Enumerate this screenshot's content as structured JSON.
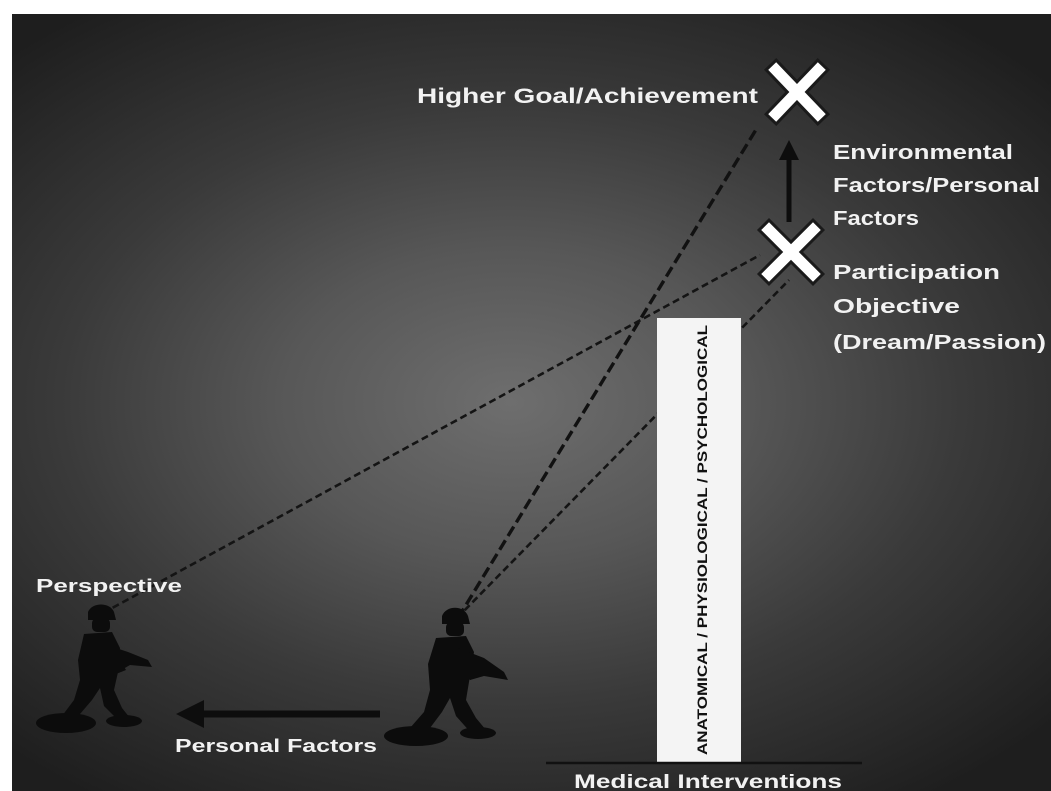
{
  "labels": {
    "higher_goal": "Higher Goal/Achievement",
    "environmental_1": "Environmental",
    "environmental_2": "Factors/Personal",
    "environmental_3": "Factors",
    "participation_1": "Participation",
    "participation_2": "Objective",
    "participation_3": "(Dream/Passion)",
    "perspective": "Perspective",
    "personal_factors": "Personal Factors",
    "barrier": "ANATOMICAL / PHYSIOLOGICAL / PSYCHOLOGICAL",
    "medical_interventions": "Medical Interventions"
  },
  "colors": {
    "background_center": "#6e6e6e",
    "background_edge": "#1e1e1e",
    "text": "#f2f2f2",
    "barrier_fill": "#f4f4f4",
    "silhouette": "#0c0c0c"
  },
  "icons": [
    "x-mark-icon",
    "soldier-silhouette-icon",
    "arrow-icon"
  ]
}
